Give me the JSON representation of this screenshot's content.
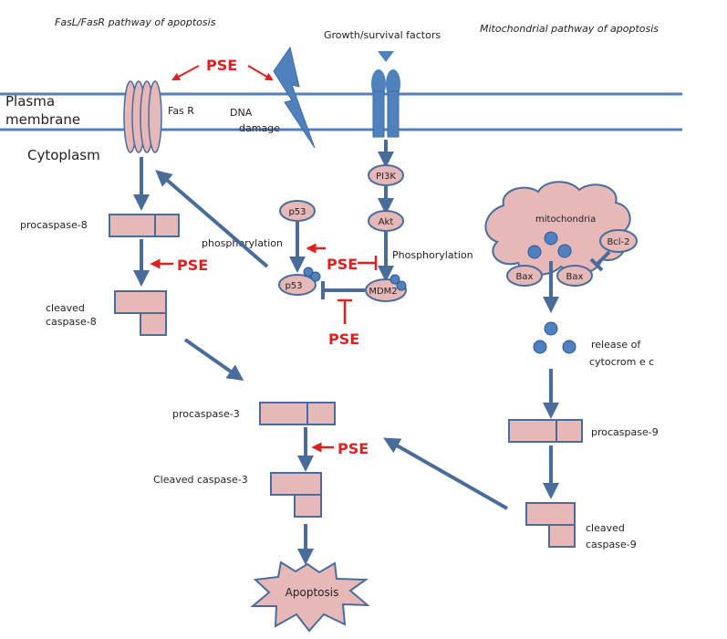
{
  "headings": {
    "fas_pathway": "FasL/FasR pathway of apoptosis",
    "growth_factors": "Growth/survival factors",
    "mito_pathway": "Mitochondrial pathway of apoptosis"
  },
  "membrane": {
    "plasma": "Plasma",
    "membrane": "membrane",
    "cytoplasm": "Cytoplasm"
  },
  "labels": {
    "fasr": "Fas R",
    "dna_line1": "DNA",
    "dna_line2": "damage",
    "pi3k": "PI3K",
    "akt": "Akt",
    "p53_top": "p53",
    "p53_bottom": "p53",
    "mdm2": "MDM2",
    "phosphorylation_left": "phosphorylation",
    "phosphorylation_right": "Phosphorylation",
    "mitochondria": "mitochondria",
    "bcl2": "Bcl-2",
    "bax_left": "Bax",
    "bax_right": "Bax",
    "release_line1": "release of",
    "release_line2": "cytocrom e c",
    "procaspase8": "procaspase-8",
    "cleaved8_line1": "cleaved",
    "cleaved8_line2": "caspase-8",
    "procaspase3": "procaspase-3",
    "cleaved3": "Cleaved caspase-3",
    "procaspase9": "procaspase-9",
    "cleaved9_line1": "cleaved",
    "cleaved9_line2": "caspase-9",
    "apoptosis": "Apoptosis"
  },
  "pse": {
    "top": "PSE",
    "caspase8": "PSE",
    "p53": "PSE",
    "mdm2": "PSE",
    "caspase3": "PSE"
  },
  "colors": {
    "blue": "#4a6c9b",
    "membrane": "#4f81bd",
    "pink": "#e6b9b8",
    "pink_border": "#4a6c9b",
    "red": "#e02020"
  }
}
